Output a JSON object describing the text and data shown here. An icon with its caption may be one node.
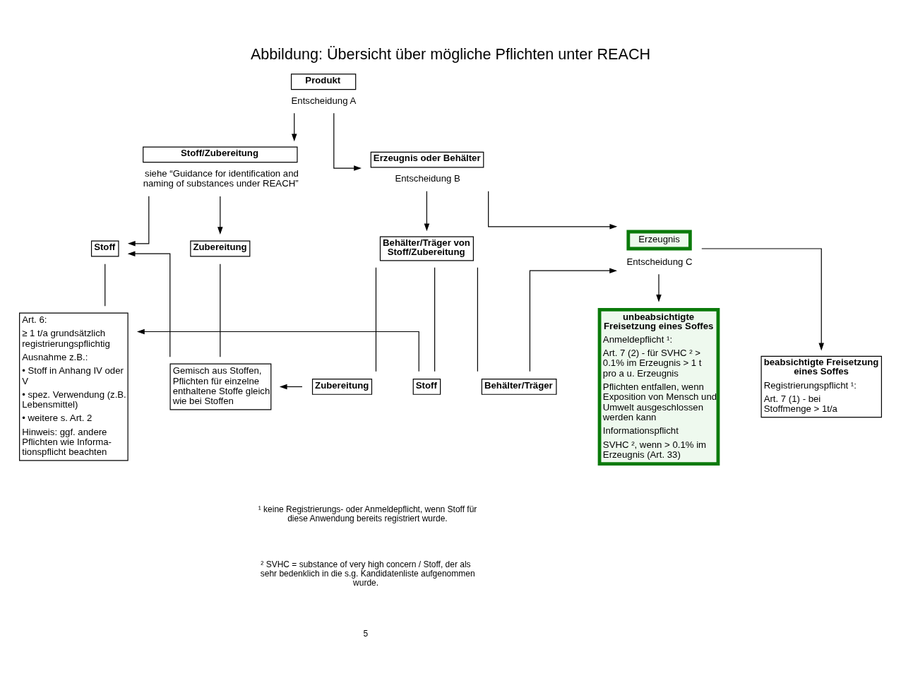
{
  "diagram": {
    "title": "Abbildung: Übersicht über mögliche Pflichten unter REACH",
    "nodes": [
      {
        "text": [
          "Produkt"
        ],
        "beside": [
          "Entscheidung A"
        ]
      },
      {
        "text": [
          "Stoff/Zubereitung"
        ],
        "beside": [
          "siehe “Guidance for identification and naming of substances under REACH”"
        ]
      },
      {
        "text": [
          "Erzeugnis oder Behälter"
        ],
        "beside": [
          "Entscheidung B"
        ]
      },
      {
        "text": [
          "Stoff"
        ]
      },
      {
        "text": [
          "Art. 6:",
          "≥ 1 t/a grundsätzlich registrierungspflichtig",
          "Ausnahme z.B.:",
          "• Stoff in Anhang IV oder V",
          "• spez. Verwendung (z.B. Lebensmittel)",
          "• weitere s. Art. 2",
          "Hinweis: ggf. andere Pflichten wie Informa-tionspflicht beachten"
        ]
      },
      {
        "text": [
          "Zubereitung"
        ]
      },
      {
        "text": [
          "Gemisch aus Stoffen, Pflichten für einzelne enthaltene Stoffe gleich wie bei Stoffen"
        ]
      },
      {
        "text": [
          "Behälter/Träger von Stoff/Zubereitung"
        ]
      },
      {
        "text": [
          "Zubereitung"
        ]
      },
      {
        "text": [
          "Stoff"
        ]
      },
      {
        "text": [
          "Behälter/Träger"
        ]
      },
      {
        "text": [
          "Erzeugnis"
        ],
        "beside": [
          "Entscheidung C"
        ]
      },
      {
        "text": [
          "unbeabsichtigte Freisetzung eines Soffes",
          "Anmeldepflicht ¹:",
          "Art. 7 (2) - für SVHC ² > 0.1% im Erzeugnis > 1 t pro a u. Erzeugnis",
          "Pflichten entfallen, wenn Exposition von Mensch und Umwelt ausgeschlossen werden kann",
          "Informationspflicht",
          "SVHC ², wenn > 0.1% im Erzeugnis (Art. 33)"
        ]
      },
      {
        "text": [
          "beabsichtigte Freisetzung eines Soffes",
          "Registrierungspflicht ¹:",
          "Art. 7 (1) - bei Stoffmenge > 1t/a"
        ]
      }
    ],
    "edges": [
      {
        "from": 0,
        "to": 1,
        "arrow": "to"
      },
      {
        "from": 0,
        "to": 2,
        "arrow": "to"
      },
      {
        "from": 1,
        "to": 3,
        "arrow": "to"
      },
      {
        "from": 1,
        "to": 5,
        "arrow": "to"
      },
      {
        "from": 2,
        "to": 7,
        "arrow": "to"
      },
      {
        "from": 2,
        "to": 11,
        "arrow": "to"
      },
      {
        "from": 3,
        "to": 4,
        "arrow": "none"
      },
      {
        "from": 5,
        "to": 6,
        "arrow": "none"
      },
      {
        "from": 6,
        "to": 3,
        "arrow": "to"
      },
      {
        "from": 7,
        "to": 8,
        "arrow": "none"
      },
      {
        "from": 7,
        "to": 9,
        "arrow": "none"
      },
      {
        "from": 7,
        "to": 10,
        "arrow": "none"
      },
      {
        "from": 8,
        "to": 6,
        "arrow": "to"
      },
      {
        "from": 9,
        "to": 4,
        "arrow": "to"
      },
      {
        "from": 10,
        "to": 11,
        "arrow": "to"
      },
      {
        "from": 11,
        "to": 12,
        "arrow": "to"
      },
      {
        "from": 11,
        "to": 13,
        "arrow": "to"
      }
    ],
    "labels": [
      "¹ keine Registrierungs- oder Anmeldepflicht, wenn Stoff für diese Anwendung bereits registriert wurde.",
      "² SVHC = substance of very high concern / Stoff, der als sehr bedenklich in die s.g. Kandidatenliste aufgenommen wurde.",
      "5"
    ]
  }
}
